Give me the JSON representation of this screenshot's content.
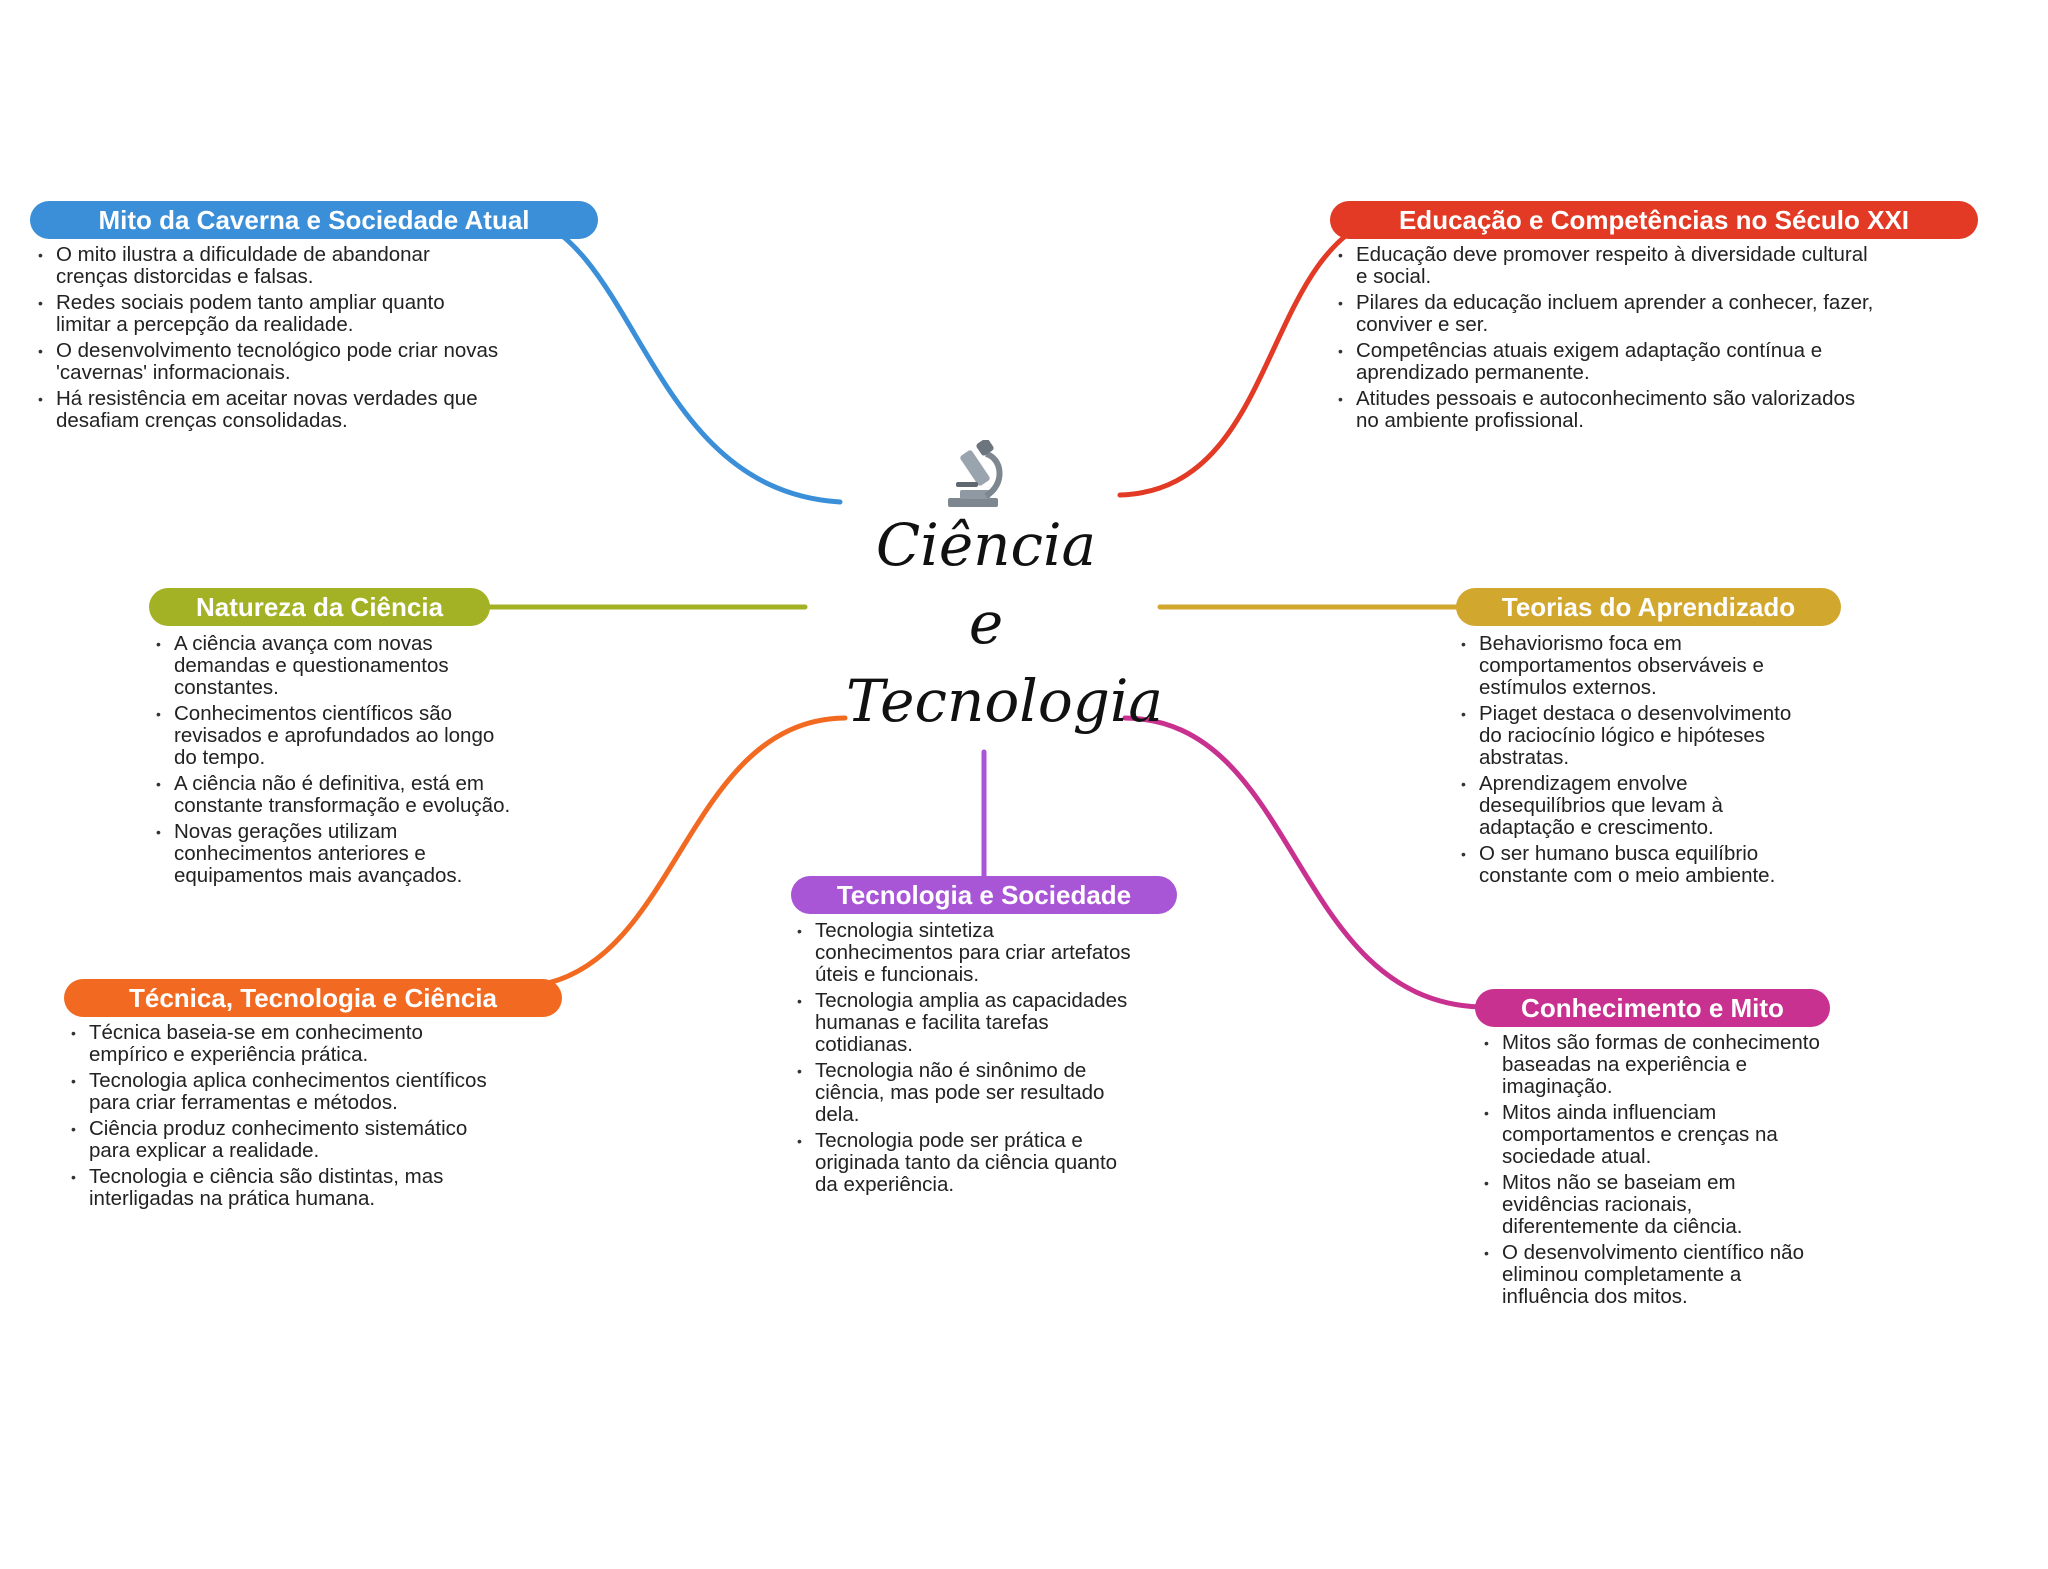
{
  "center": {
    "icon": "microscope-icon",
    "title_lines": [
      "Ciência",
      "e",
      "Tecnologia"
    ]
  },
  "branches": [
    {
      "id": "mito",
      "title": "Mito da Caverna e Sociedade Atual",
      "color": "#3a8fd8",
      "bullets": [
        "O mito ilustra a dificuldade de abandonar crenças distorcidas e falsas.",
        "Redes sociais podem tanto ampliar quanto limitar a percepção da realidade.",
        "O desenvolvimento tecnológico pode criar novas 'cavernas' informacionais.",
        "Há resistência em aceitar novas verdades que desafiam crenças consolidadas."
      ]
    },
    {
      "id": "educacao",
      "title": "Educação e Competências no Século XXI",
      "color": "#e23a24",
      "bullets": [
        "Educação deve promover respeito à diversidade cultural e social.",
        "Pilares da educação incluem aprender a conhecer, fazer, conviver e ser.",
        "Competências atuais exigem adaptação contínua e aprendizado permanente.",
        "Atitudes pessoais e autoconhecimento são valorizados no ambiente profissional."
      ]
    },
    {
      "id": "natureza",
      "title": "Natureza da Ciência",
      "color": "#a3b124",
      "bullets": [
        "A ciência avança com novas demandas e questionamentos constantes.",
        "Conhecimentos científicos são revisados e aprofundados ao longo do tempo.",
        "A ciência não é definitiva, está em constante transformação e evolução.",
        "Novas gerações utilizam conhecimentos anteriores e equipamentos mais avançados."
      ]
    },
    {
      "id": "teorias",
      "title": "Teorias do Aprendizado",
      "color": "#d2a72d",
      "bullets": [
        "Behaviorismo foca em comportamentos observáveis e estímulos externos.",
        "Piaget destaca o desenvolvimento do raciocínio lógico e hipóteses abstratas.",
        "Aprendizagem envolve desequilíbrios que levam à adaptação e crescimento.",
        "O ser humano busca equilíbrio constante com o meio ambiente."
      ]
    },
    {
      "id": "tecnica",
      "title": "Técnica, Tecnologia e Ciência",
      "color": "#f26a21",
      "bullets": [
        "Técnica baseia-se em conhecimento empírico e experiência prática.",
        "Tecnologia aplica conhecimentos científicos para criar ferramentas e métodos.",
        "Ciência produz conhecimento sistemático para explicar a realidade.",
        "Tecnologia e ciência são distintas, mas interligadas na prática humana."
      ]
    },
    {
      "id": "sociedade",
      "title": "Tecnologia e Sociedade",
      "color": "#a855d6",
      "bullets": [
        "Tecnologia sintetiza conhecimentos para criar artefatos úteis e funcionais.",
        "Tecnologia amplia as capacidades humanas e facilita tarefas cotidianas.",
        "Tecnologia não é sinônimo de ciência, mas pode ser resultado dela.",
        "Tecnologia pode ser prática e originada tanto da ciência quanto da experiência."
      ]
    },
    {
      "id": "conhecimento",
      "title": "Conhecimento e Mito",
      "color": "#c8318f",
      "bullets": [
        "Mitos são formas de conhecimento baseadas na experiência e imaginação.",
        "Mitos ainda influenciam comportamentos e crenças na sociedade atual.",
        "Mitos não se baseiam em evidências racionais, diferentemente da ciência.",
        "O desenvolvimento científico não eliminou completamente a influência dos mitos."
      ]
    }
  ]
}
